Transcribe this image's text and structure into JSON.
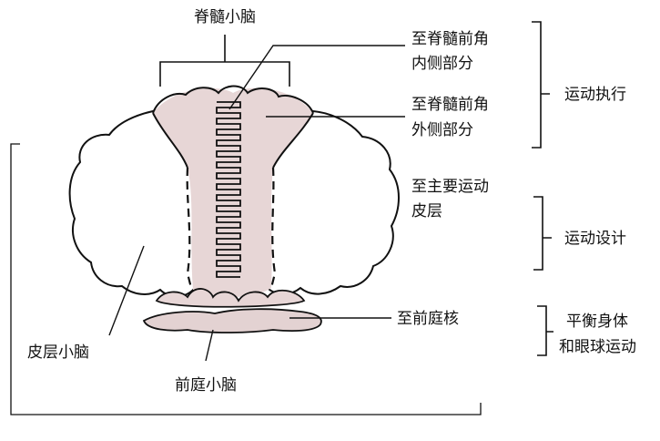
{
  "colors": {
    "background": "#ffffff",
    "stroke": "#111111",
    "vermis_fill": "#e7d6d6",
    "nodulus_fill": "#e3d2d2"
  },
  "labels": {
    "spinocerebellum": "脊髓小脑",
    "to_medial_horn_line1": "至脊髓前角",
    "to_medial_horn_line2": "内侧部分",
    "to_lateral_horn_line1": "至脊髓前角",
    "to_lateral_horn_line2": "外侧部分",
    "to_motor_cortex_line1": "至主要运动",
    "to_motor_cortex_line2": "皮层",
    "to_vestibular_nucleus": "至前庭核",
    "cerebrocerebellum": "皮层小脑",
    "vestibulocerebellum": "前庭小脑"
  },
  "function_groups": {
    "motor_execution": "运动执行",
    "motor_planning": "运动设计",
    "balance_line1": "平衡身体",
    "balance_line2": "和眼球运动"
  }
}
